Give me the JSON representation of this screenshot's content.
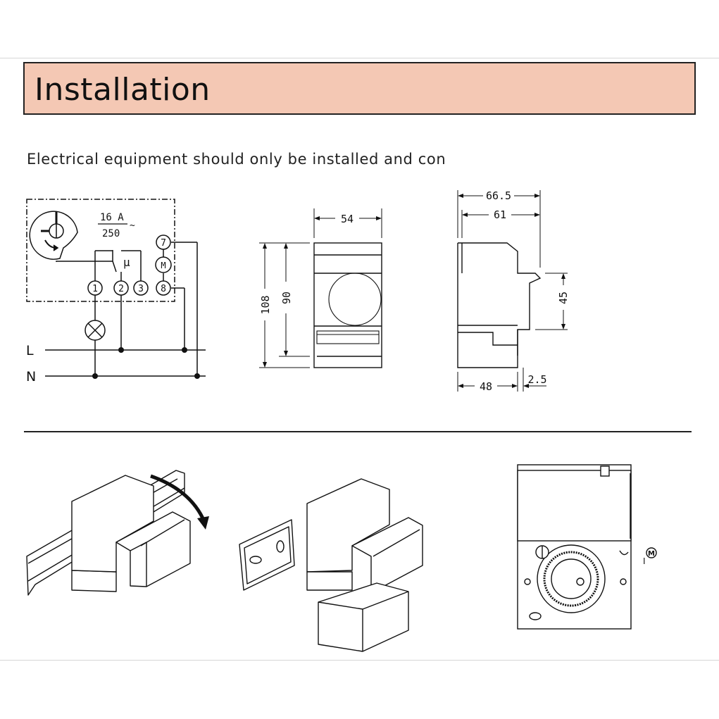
{
  "header": {
    "title": "Installation"
  },
  "intro_text": "Electrical equipment should only be installed and con",
  "wiring": {
    "rating_current": "16 A",
    "rating_voltage": "250",
    "ac_symbol": "~",
    "contact_symbol": "μ",
    "terminals": [
      "1",
      "2",
      "3",
      "7",
      "M",
      "8"
    ],
    "line_label": "L",
    "neutral_label": "N"
  },
  "front_view": {
    "width": "54",
    "height_outer": "108",
    "height_inner": "90"
  },
  "side_view": {
    "depth_total": "66.5",
    "depth_body": "61",
    "front_height": "45",
    "base_depth": "48",
    "offset": "2.5"
  },
  "timer_labels": {
    "off_mark": "I",
    "motor_mark": "M"
  }
}
